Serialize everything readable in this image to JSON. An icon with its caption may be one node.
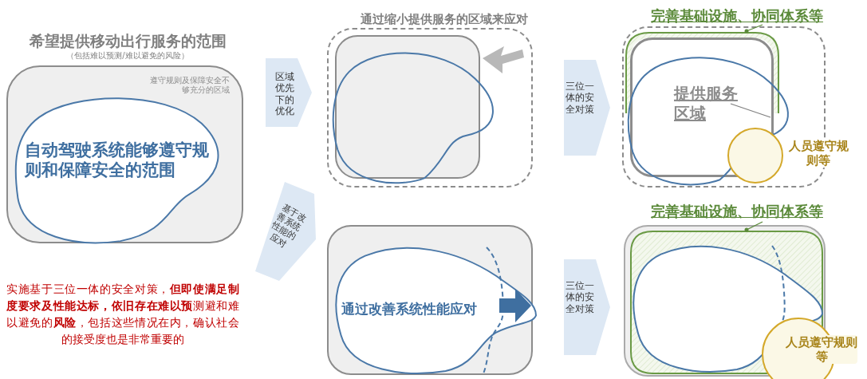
{
  "diagram": {
    "nodes": [
      {
        "text": [
          "希望提供移动出行服务的范围",
          "（包括难以预测/难以避免的风险）",
          "遵守规则及保障安全不够充分的区域"
        ]
      },
      {
        "text": [
          "自动驾驶系统能够遵守规则和保障安全的范围"
        ],
        "in": 0
      },
      {
        "text": [
          "区域优先下的优化"
        ]
      },
      {
        "text": [
          "基于改善系统性能的应对"
        ]
      },
      {
        "text": [
          "通过缩小提供服务的区域来应对"
        ]
      },
      {
        "text": [],
        "shape": "box",
        "in": 4
      },
      {
        "text": [],
        "shape": "blob",
        "in": 4
      },
      {
        "text": [
          "三位一体的安全对策"
        ]
      },
      {
        "text": [],
        "shape": "box"
      },
      {
        "text": [],
        "shape": "box",
        "in": 8
      },
      {
        "text": [],
        "shape": "box",
        "in": 8
      },
      {
        "text": [
          "提供服务区域"
        ],
        "in": 10
      },
      {
        "text": [],
        "shape": "blob",
        "in": 8
      },
      {
        "text": [
          "人员遵守规则等"
        ]
      },
      {
        "text": [
          "完善基础设施、协同体系等"
        ]
      },
      {
        "text": [],
        "shape": "box"
      },
      {
        "text": [
          "通过改善系统性能应对"
        ],
        "in": 15
      },
      {
        "text": [],
        "shape": "blob",
        "in": 16
      },
      {
        "text": [
          "三位一体的安全对策"
        ]
      },
      {
        "text": [],
        "shape": "box"
      },
      {
        "text": [],
        "shape": "box",
        "in": 19
      },
      {
        "text": [],
        "shape": "blob",
        "in": 19
      },
      {
        "text": [],
        "shape": "blob",
        "in": 21
      },
      {
        "text": [
          "人员遵守规则等"
        ]
      },
      {
        "text": [
          "完善基础设施、协同体系等"
        ]
      }
    ],
    "edges": [
      {
        "from": 11,
        "to": 10,
        "arrow": "none"
      },
      {
        "from": 14,
        "to": 9,
        "arrow": "other"
      },
      {
        "from": 24,
        "to": 20,
        "arrow": "other"
      }
    ],
    "labels": [
      "实施基于三位一体的安全对策，**但即使满足制度要求及性能达标，依旧存在难以预**测避和难以避免的**风险**，包括这些情况在内，确认社会的接受度也是非常重要的"
    ]
  }
}
